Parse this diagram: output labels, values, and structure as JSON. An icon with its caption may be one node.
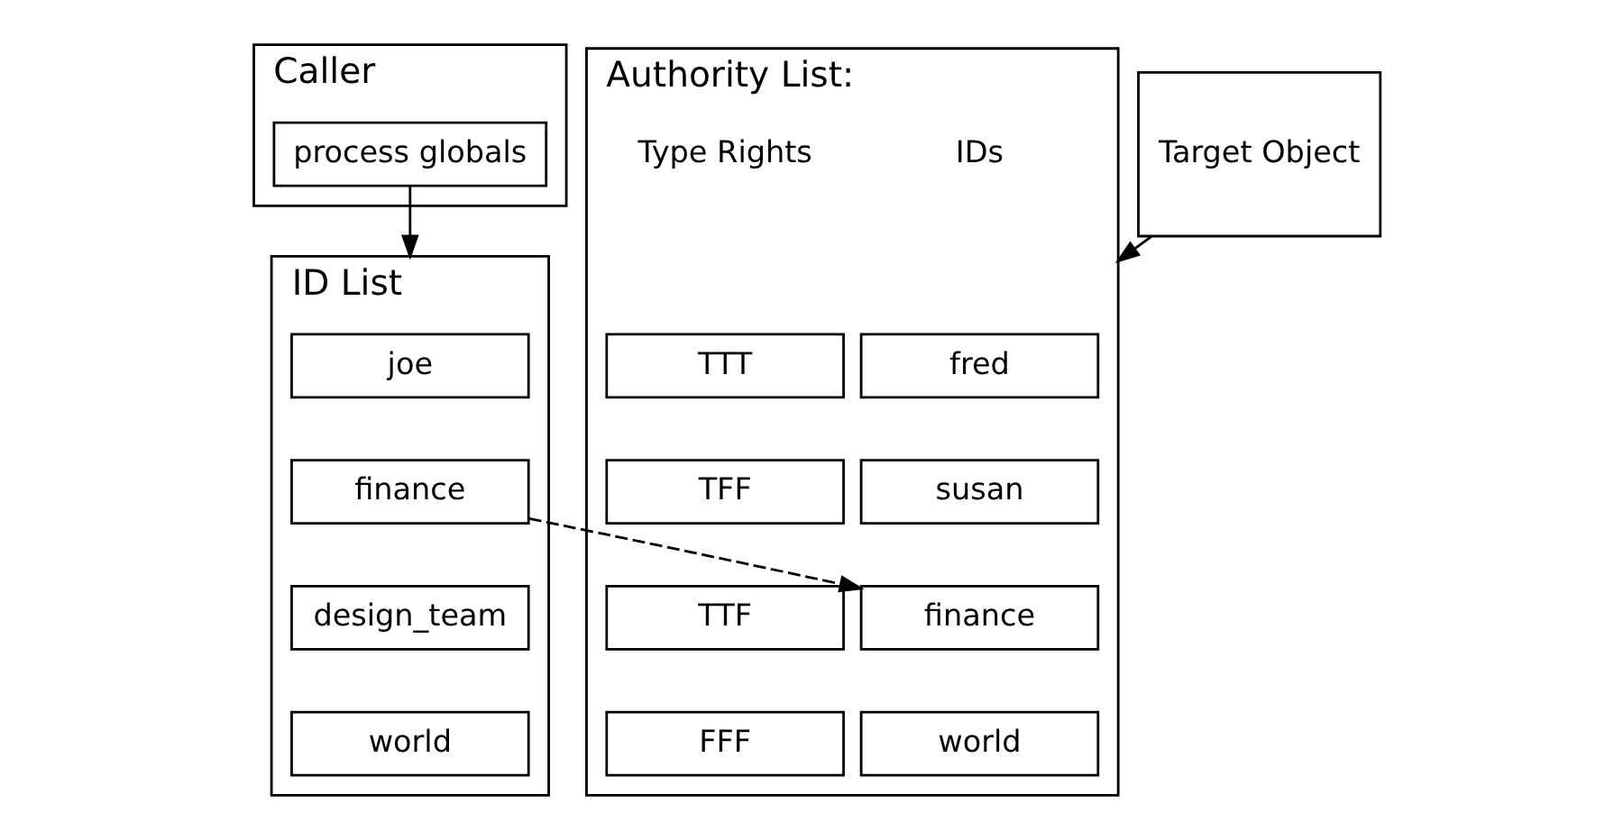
{
  "diagram": {
    "nodes": [
      {
        "text": [
          "Caller"
        ]
      },
      {
        "text": [
          "process globals"
        ],
        "in": 0
      },
      {
        "text": [
          "ID List"
        ]
      },
      {
        "text": [
          "joe"
        ],
        "in": 2
      },
      {
        "text": [
          "finance"
        ],
        "in": 2
      },
      {
        "text": [
          "design_team"
        ],
        "in": 2
      },
      {
        "text": [
          "world"
        ],
        "in": 2
      },
      {
        "text": [
          "Target Object"
        ]
      },
      {
        "text": [
          "Authority List:"
        ]
      },
      {
        "text": [
          "fred"
        ],
        "in": 8
      },
      {
        "text": [
          "TTT"
        ],
        "in": 8
      },
      {
        "text": [
          "susan"
        ],
        "in": 8
      },
      {
        "text": [
          "TFF"
        ],
        "in": 8
      },
      {
        "text": [
          "finance"
        ],
        "in": 8
      },
      {
        "text": [
          "TTF"
        ],
        "in": 8
      },
      {
        "text": [
          "world"
        ],
        "in": 8
      },
      {
        "text": [
          "FFF"
        ],
        "in": 8
      }
    ],
    "edges": [
      {
        "from": 1,
        "to": 2,
        "arrow": "to"
      },
      {
        "from": 4,
        "to": 13,
        "arrow": "to",
        "style": "dashed"
      },
      {
        "from": 7,
        "to": 8,
        "arrow": "to"
      }
    ],
    "labels": [
      "IDs",
      "Type Rights"
    ]
  }
}
